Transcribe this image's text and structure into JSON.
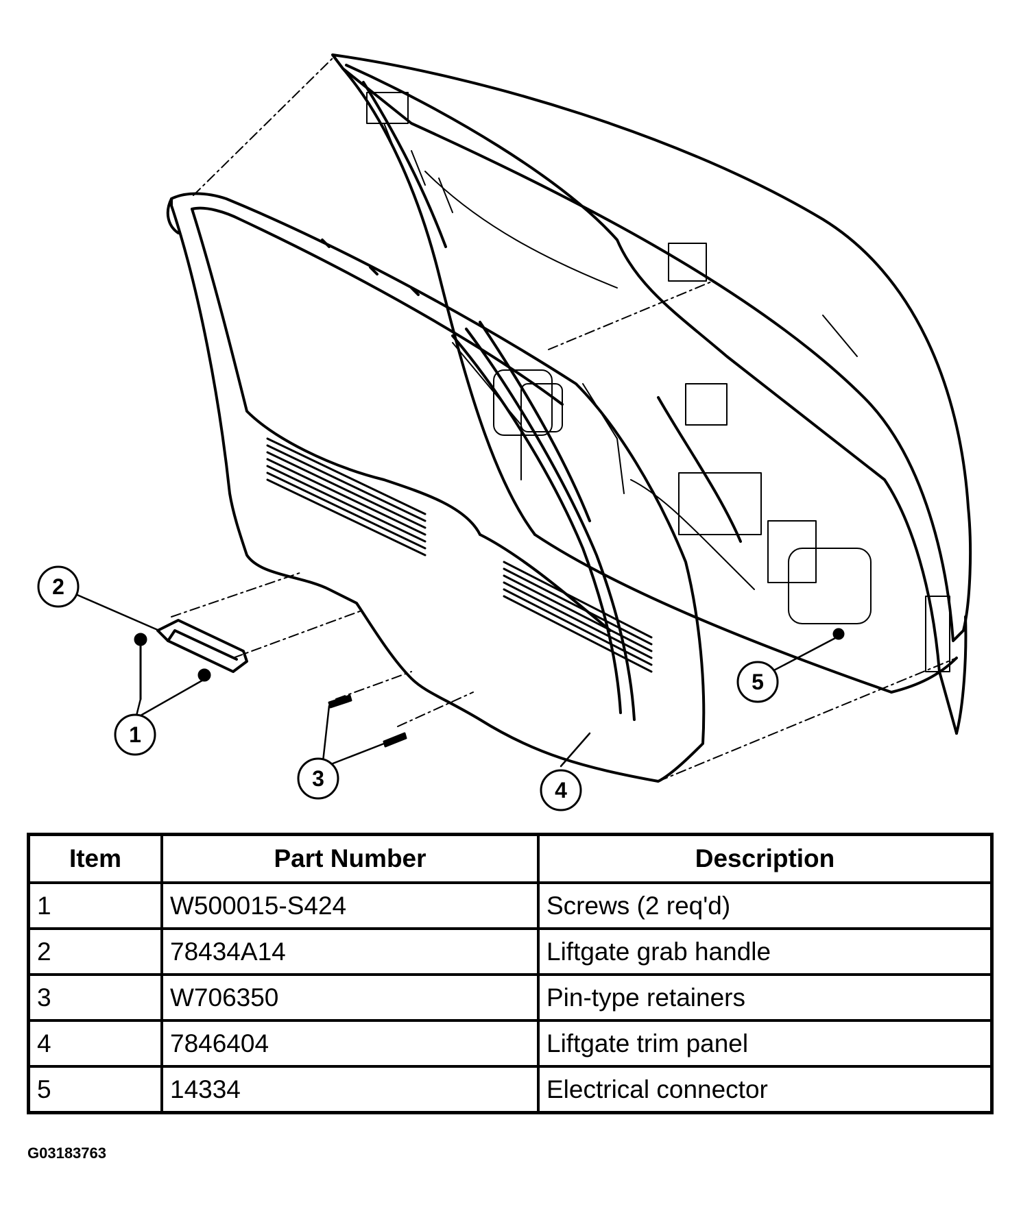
{
  "callouts": [
    {
      "number": "1",
      "label": "callout-1"
    },
    {
      "number": "2",
      "label": "callout-2"
    },
    {
      "number": "3",
      "label": "callout-3"
    },
    {
      "number": "4",
      "label": "callout-4"
    },
    {
      "number": "5",
      "label": "callout-5"
    }
  ],
  "table": {
    "headers": {
      "item": "Item",
      "part_number": "Part Number",
      "description": "Description"
    },
    "rows": [
      {
        "item": "1",
        "part_number": "W500015-S424",
        "description": "Screws (2 req'd)"
      },
      {
        "item": "2",
        "part_number": "78434A14",
        "description": "Liftgate grab handle"
      },
      {
        "item": "3",
        "part_number": "W706350",
        "description": "Pin-type retainers"
      },
      {
        "item": "4",
        "part_number": "7846404",
        "description": "Liftgate trim panel"
      },
      {
        "item": "5",
        "part_number": "14334",
        "description": "Electrical connector"
      }
    ]
  },
  "figure_id": "G03183763"
}
